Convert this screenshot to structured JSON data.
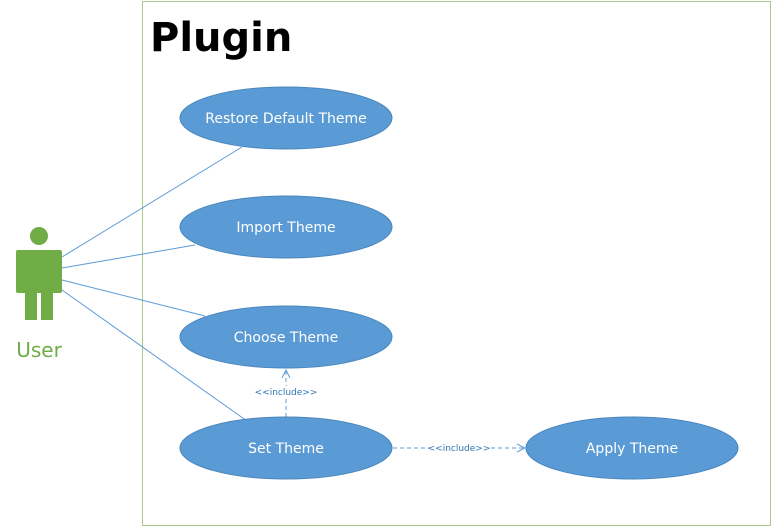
{
  "colors": {
    "boundary": "#A9C98A",
    "usecase_fill": "#5B9BD5",
    "usecase_stroke": "#4A86BD",
    "association": "#5B9BD5",
    "include_line": "#5B9BD5",
    "actor": "#70AD47",
    "label_text": "#FFFFFF"
  },
  "system": {
    "title": "Plugin"
  },
  "actor": {
    "label": "User",
    "icon": "person-icon"
  },
  "use_cases": {
    "restore_default": "Restore Default Theme",
    "import": "Import Theme",
    "choose": "Choose Theme",
    "set": "Set Theme",
    "apply": "Apply Theme"
  },
  "relationships": {
    "set_includes_choose": "<<include>>",
    "set_includes_apply": "<<include>>"
  }
}
